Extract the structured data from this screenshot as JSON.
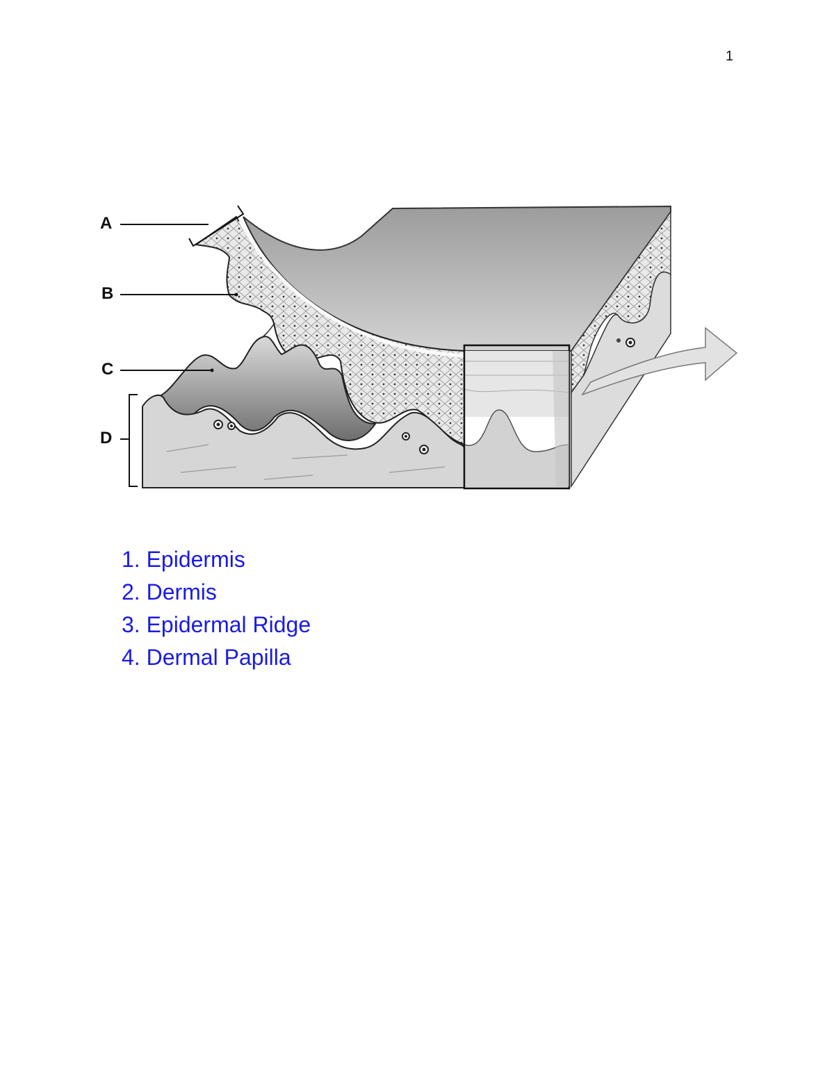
{
  "page_number": "1",
  "callouts": [
    {
      "letter": "A"
    },
    {
      "letter": "B"
    },
    {
      "letter": "C"
    },
    {
      "letter": "D"
    }
  ],
  "answers": [
    {
      "num": "1.",
      "text": "Epidermis"
    },
    {
      "num": "2.",
      "text": "Dermis"
    },
    {
      "num": "3.",
      "text": "Epidermal Ridge"
    },
    {
      "num": "4.",
      "text": "Dermal Papilla"
    }
  ],
  "colors": {
    "answer_text": "#1a1ae6",
    "diagram_ink": "#222222"
  }
}
